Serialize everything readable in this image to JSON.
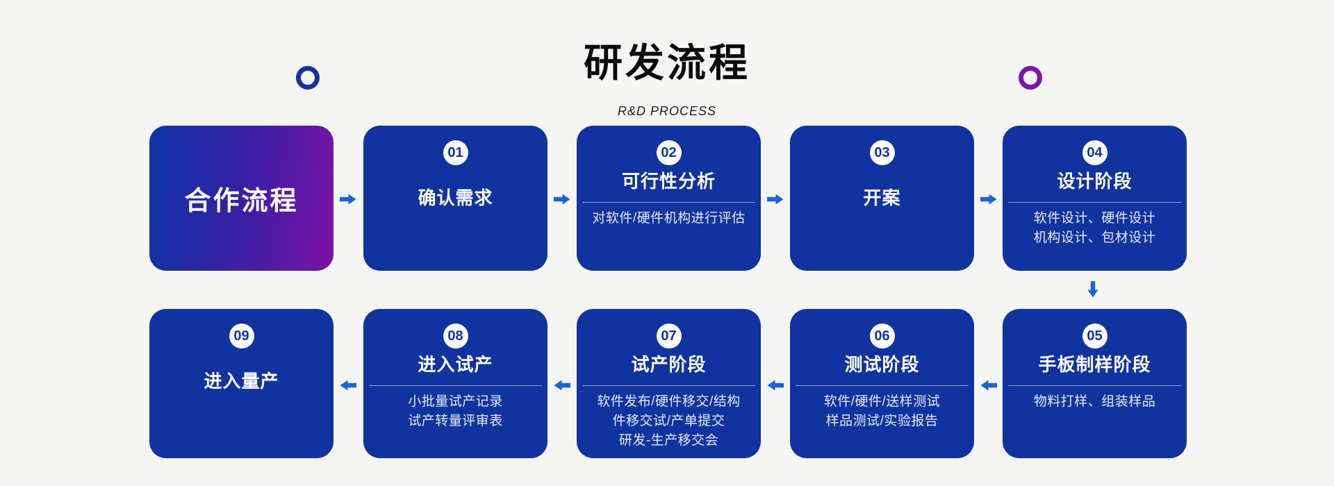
{
  "header": {
    "title": "研发流程",
    "subtitle": "R&D PROCESS"
  },
  "colors": {
    "background": "#f5f5f3",
    "box_blue": "#10339f",
    "arrow_blue": "#1b63d7",
    "intro_gradient_start": "#0d35a6",
    "intro_gradient_end": "#7a11a6",
    "ring_left_blue": "#1433a2",
    "ring_right_purple": "#7a17a8",
    "title_black": "#0b0b0b",
    "box_text_white": "#ffffff"
  },
  "intro": {
    "title": "合作流程"
  },
  "steps": [
    {
      "number": "01",
      "title": "确认需求",
      "desc": []
    },
    {
      "number": "02",
      "title": "可行性分析",
      "desc": [
        "对软件/硬件机构进行评估"
      ]
    },
    {
      "number": "03",
      "title": "开案",
      "desc": []
    },
    {
      "number": "04",
      "title": "设计阶段",
      "desc": [
        "软件设计、硬件设计",
        "机构设计、包材设计"
      ]
    },
    {
      "number": "05",
      "title": "手板制样阶段",
      "desc": [
        "物料打样、组装样品"
      ]
    },
    {
      "number": "06",
      "title": "测试阶段",
      "desc": [
        "软件/硬件/送样测试",
        "样品测试/实验报告"
      ]
    },
    {
      "number": "07",
      "title": "试产阶段",
      "desc": [
        "软件发布/硬件移交/结构",
        "件移交试/产单提交",
        "研发-生产移交会"
      ]
    },
    {
      "number": "08",
      "title": "进入试产",
      "desc": [
        "小批量试产记录",
        "试产转量评审表"
      ]
    },
    {
      "number": "09",
      "title": "进入量产",
      "desc": []
    }
  ]
}
